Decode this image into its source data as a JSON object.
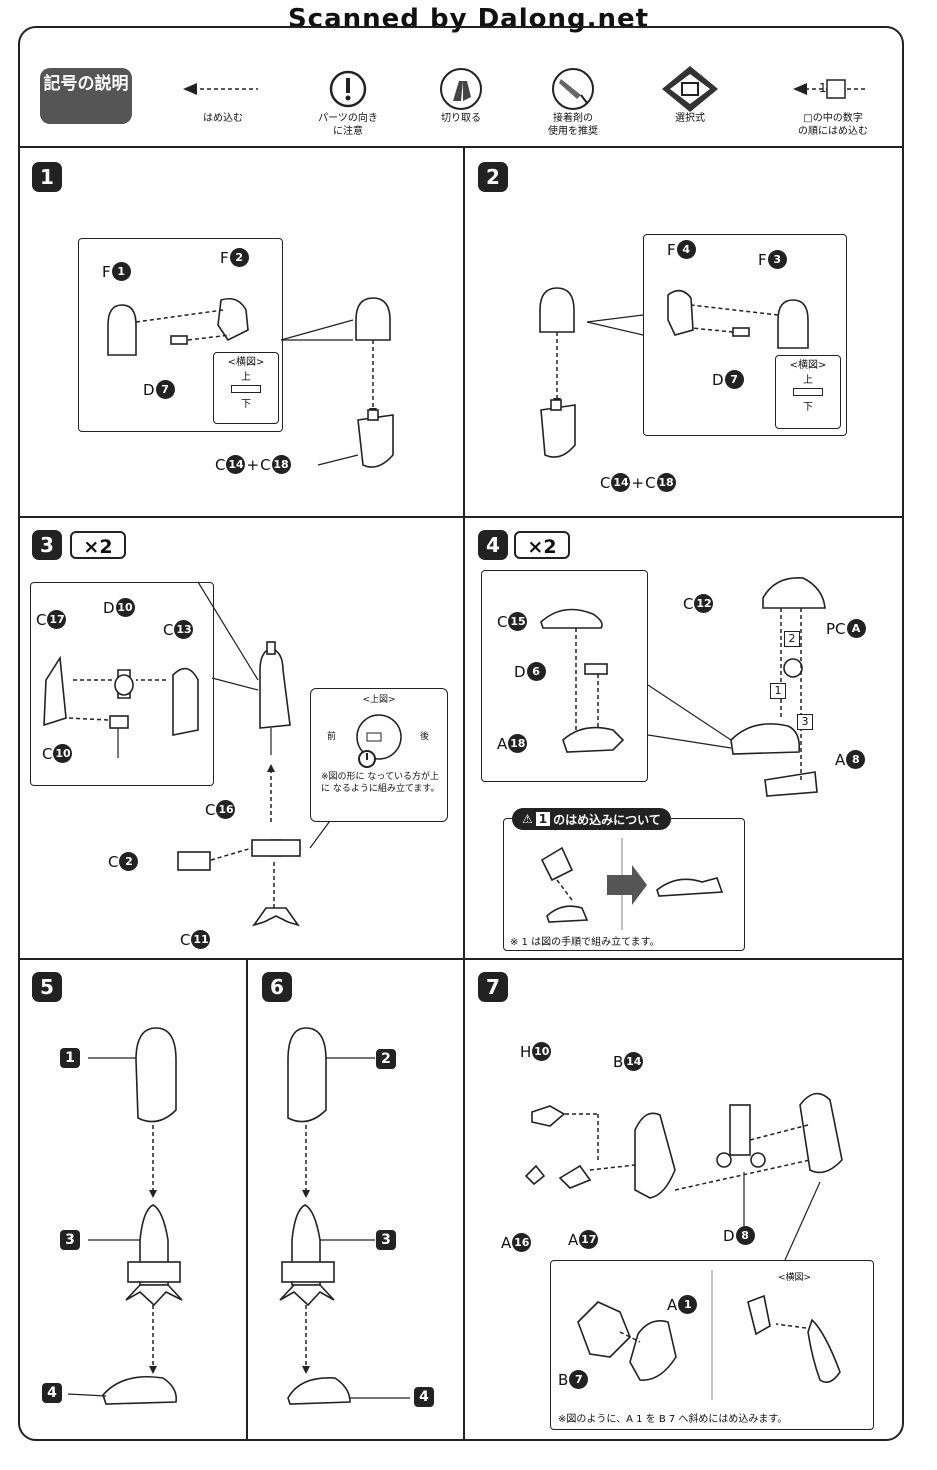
{
  "banner": "Scanned by Dalong.net",
  "legend": {
    "title": "記号の説明",
    "items": [
      {
        "label": "はめ込む",
        "icon": "arrow-insert-icon"
      },
      {
        "label": "パーツの向き\nに注意",
        "icon": "exclamation-icon"
      },
      {
        "label": "切り取る",
        "icon": "cutter-icon"
      },
      {
        "label": "接着剤の\n使用を推奨",
        "icon": "glue-icon"
      },
      {
        "label": "選択式",
        "icon": "choice-diamond-icon"
      },
      {
        "label": "□の中の数字\nの順にはめ込む",
        "icon": "numbered-arrow-icon",
        "number": "1"
      }
    ]
  },
  "steps": [
    {
      "num": "1",
      "labels": [
        {
          "prefix": "F",
          "n": "1"
        },
        {
          "prefix": "F",
          "n": "2"
        },
        {
          "prefix": "D",
          "n": "7"
        },
        {
          "prefix": "C",
          "n": "14"
        },
        {
          "prefix": "C",
          "n": "18"
        }
      ],
      "detail": {
        "title": "<横図>",
        "top": "上",
        "bottom": "下"
      }
    },
    {
      "num": "2",
      "labels": [
        {
          "prefix": "F",
          "n": "4"
        },
        {
          "prefix": "F",
          "n": "3"
        },
        {
          "prefix": "D",
          "n": "7"
        },
        {
          "prefix": "C",
          "n": "14"
        },
        {
          "prefix": "C",
          "n": "18"
        }
      ],
      "detail": {
        "title": "<横図>",
        "top": "上",
        "bottom": "下"
      }
    },
    {
      "num": "3",
      "times": "×2",
      "labels": [
        {
          "prefix": "C",
          "n": "17"
        },
        {
          "prefix": "D",
          "n": "10"
        },
        {
          "prefix": "C",
          "n": "13"
        },
        {
          "prefix": "C",
          "n": "10"
        },
        {
          "prefix": "C",
          "n": "16"
        },
        {
          "prefix": "C",
          "n": "2"
        },
        {
          "prefix": "C",
          "n": "11"
        }
      ],
      "note": {
        "title": "<上図>",
        "front": "前",
        "back": "後",
        "text": "※図の形に  なっている方が上に  なるように組み立てます。"
      }
    },
    {
      "num": "4",
      "times": "×2",
      "labels": [
        {
          "prefix": "C",
          "n": "15"
        },
        {
          "prefix": "D",
          "n": "6"
        },
        {
          "prefix": "A",
          "n": "18"
        },
        {
          "prefix": "C",
          "n": "12"
        },
        {
          "prefix": "PC",
          "n": "A"
        },
        {
          "prefix": "A",
          "n": "8"
        }
      ],
      "order": [
        "2",
        "1",
        "3"
      ],
      "sub": {
        "title_num": "1",
        "title": "のはめ込みについて",
        "note": "※ 1 は図の手順で組み立てます。"
      }
    },
    {
      "num": "5",
      "callouts": [
        "1",
        "3",
        "4"
      ]
    },
    {
      "num": "6",
      "callouts": [
        "2",
        "3",
        "4"
      ]
    },
    {
      "num": "7",
      "labels": [
        {
          "prefix": "H",
          "n": "10"
        },
        {
          "prefix": "B",
          "n": "14"
        },
        {
          "prefix": "A",
          "n": "16"
        },
        {
          "prefix": "A",
          "n": "17"
        },
        {
          "prefix": "D",
          "n": "8"
        },
        {
          "prefix": "A",
          "n": "1"
        },
        {
          "prefix": "B",
          "n": "7"
        }
      ],
      "detail": {
        "title": "<横図>",
        "note": "※図のように、A 1 を B 7 へ斜めにはめ込みます。"
      }
    }
  ]
}
